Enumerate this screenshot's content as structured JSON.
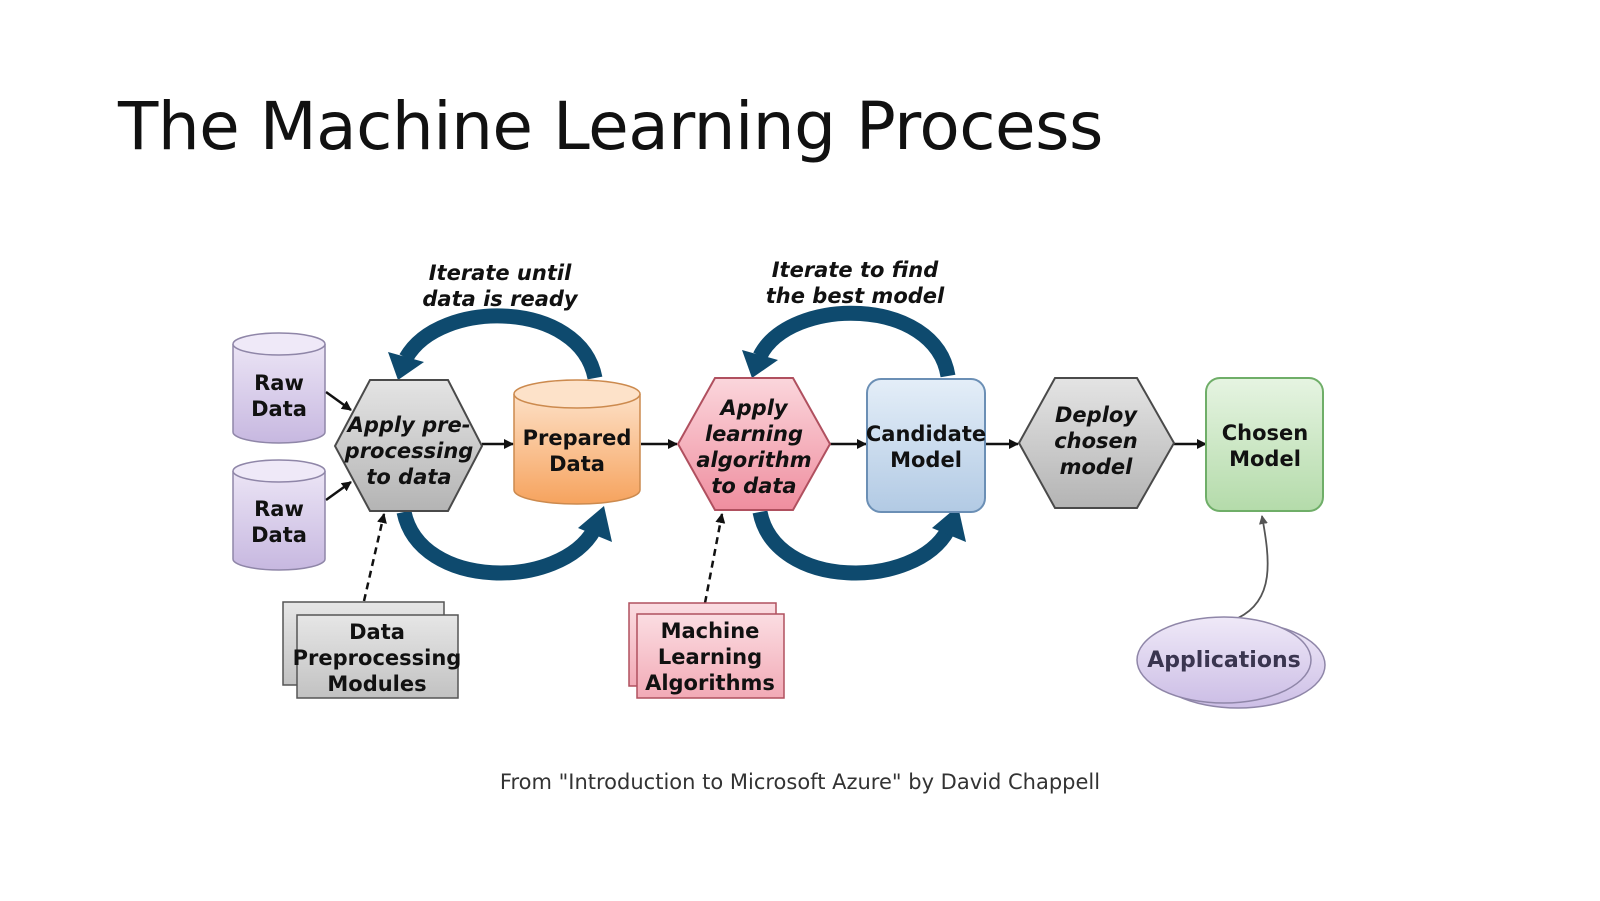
{
  "slide": {
    "title": "The Machine Learning Process",
    "caption": "From \"Introduction to Microsoft Azure\" by David Chappell"
  },
  "diagram": {
    "loop_labels": {
      "data_loop": [
        "Iterate until",
        "data is ready"
      ],
      "model_loop": [
        "Iterate to find",
        "the best model"
      ]
    },
    "nodes": {
      "raw_data_1": [
        "Raw",
        "Data"
      ],
      "raw_data_2": [
        "Raw",
        "Data"
      ],
      "preprocess": [
        "Apply pre-",
        "processing",
        "to data"
      ],
      "prepared_data": [
        "Prepared",
        "Data"
      ],
      "apply_algorithm": [
        "Apply",
        "learning",
        "algorithm",
        "to data"
      ],
      "candidate_model": [
        "Candidate",
        "Model"
      ],
      "deploy": [
        "Deploy",
        "chosen",
        "model"
      ],
      "chosen_model": [
        "Chosen",
        "Model"
      ],
      "preprocessing_modules": [
        "Data",
        "Preprocessing",
        "Modules"
      ],
      "ml_algorithms": [
        "Machine",
        "Learning",
        "Algorithms"
      ],
      "applications": [
        "Applications"
      ]
    },
    "colors": {
      "cylinder_purple": "#d7cde8",
      "cylinder_orange": "#f9b27a",
      "hexagon_gray": "#c4c4c4",
      "hexagon_pink": "#f4a9b5",
      "candidate_blue": "#c6d8ec",
      "chosen_green": "#c8e6c2",
      "module_gray": "#d4d4d4",
      "module_pink": "#f6c4cc",
      "applications_purple": "#dad0ec",
      "loop_arrow": "#0e4a6e"
    }
  }
}
